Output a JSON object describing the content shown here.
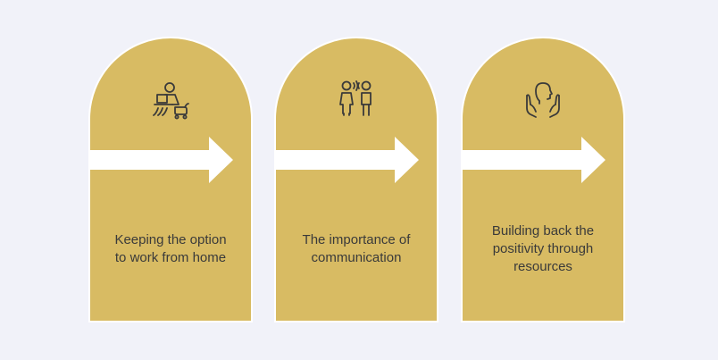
{
  "colors": {
    "background": "#f1f2f9",
    "card": "#d8bb63",
    "arrow": "#ffffff",
    "text": "#3a3a3a",
    "icon_stroke": "#3a3a3a"
  },
  "cards": [
    {
      "icon": "remote-work-icon",
      "label_lines": [
        "Keeping the option",
        "to work from home"
      ]
    },
    {
      "icon": "communication-icon",
      "label_lines": [
        "The importance of",
        "communication"
      ]
    },
    {
      "icon": "support-hands-icon",
      "label_lines": [
        "Building back the",
        "positivity through",
        "resources"
      ]
    }
  ]
}
